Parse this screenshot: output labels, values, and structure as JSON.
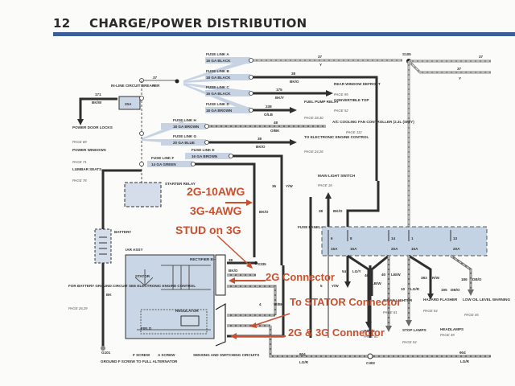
{
  "header": {
    "page_number": "12",
    "title": "CHARGE/POWER DISTRIBUTION"
  },
  "fuse_links": [
    {
      "name": "FUSE LINK A",
      "gauge": "16 GA BLACK",
      "circuit": "37",
      "color": "Y"
    },
    {
      "name": "FUSE LINK B",
      "gauge": "18 GA BLACK",
      "circuit": "38",
      "color": "BK/O"
    },
    {
      "name": "FUSE LINK C",
      "gauge": "16 GA BLACK",
      "circuit": "175",
      "color": "BK/Y"
    },
    {
      "name": "FUSE LINK D",
      "gauge": "18 GA BROWN",
      "circuit": "238",
      "color": "O/LB"
    },
    {
      "name": "FUSE LINK H",
      "gauge": "18 GA BROWN",
      "circuit": "48",
      "color": "O/BK"
    },
    {
      "name": "FUSE LINK G",
      "gauge": "20 GA BLUE",
      "circuit": "38",
      "color": "BK/O"
    },
    {
      "name": "FUSE LINK E",
      "gauge": "16 GA BROWN",
      "circuit": "",
      "color": ""
    },
    {
      "name": "FUSE LINK F",
      "gauge": "14 GA GREEN",
      "circuit": "",
      "color": ""
    }
  ],
  "breaker": {
    "label": "IN-LINE CIRCUIT BREAKER",
    "rating": "20A",
    "circuit": "37",
    "color": "Y"
  },
  "left_circuit": {
    "circuit": "171",
    "color": "BK/W"
  },
  "left_loads": [
    {
      "name": "POWER DOOR LOCKS",
      "page": "PAGE 69"
    },
    {
      "name": "POWER WINDOWS",
      "page": "PAGE 71"
    },
    {
      "name": "LUMBAR SEATS",
      "page": "PAGE 78"
    }
  ],
  "right_loads": [
    {
      "name": "REAR WINDOW DEFROST",
      "page": "PAGE 95"
    },
    {
      "name": "CONVERTIBLE TOP",
      "page": "PAGE 52"
    },
    {
      "name": "FUEL PUMP RELAY",
      "page": "PAGE 28,30"
    },
    {
      "name": "A/C COOLING FAN CONTROLLER (2.3L (SM/Y)",
      "page": "PAGE 112"
    },
    {
      "name": "TO ELECTRONIC ENGINE CONTROL",
      "page": "PAGE 24,26"
    }
  ],
  "splice": {
    "name": "S105",
    "circuit": "37",
    "color": "Y"
  },
  "starter_relay": "STARTER RELAY",
  "battery": "BATTERY",
  "battery_ground": {
    "text": "FOR BATTERY GROUND CIRCUIT SEE ELECTRONIC ENGINE CONTROL",
    "page": "PAGE 26,29",
    "wire": "BK",
    "ground": "G101"
  },
  "alternator": {
    "label": "IAR ASSY",
    "stator": "STATOR",
    "rectifier": "RECTIFIER B+",
    "regulator": "REGULATOR",
    "field": "FIELD",
    "terminals": [
      "B+",
      "S",
      "I",
      "S",
      "A"
    ],
    "f_screw": "F SCREW",
    "a_screw": "A SCREW",
    "ground_note": "GROUND F SCREW TO FULL ALTERNATOR",
    "sensing": "SENSING AND SWITCHING CIRCUITS",
    "out_circuit": "38",
    "out_color": "BK/O",
    "splice": "S335",
    "stator_circuit": "4",
    "stator_color": "W/BK"
  },
  "wire_labels": {
    "vertical_a": {
      "circuit": "38",
      "color": "BK/O"
    },
    "vertical_b": {
      "circuit": "36",
      "color": "Y/W"
    },
    "bottom": {
      "circuit": "904",
      "color": "LG/R",
      "connector": "C402"
    }
  },
  "main_light_switch": {
    "name": "MAIN LIGHT SWITCH",
    "page": "PAGE 16",
    "circuit": "38",
    "color": "BK/O"
  },
  "fuse_panel": {
    "label": "FUSE PANEL",
    "fuses": [
      {
        "num": "6",
        "rating": "15A"
      },
      {
        "num": "8",
        "rating": "15A"
      },
      {
        "num": "14",
        "rating": "20A"
      },
      {
        "num": "1",
        "rating": "15A"
      },
      {
        "num": "13",
        "rating": "20A"
      }
    ]
  },
  "fuse_outputs": [
    {
      "name": "HORN",
      "page": "PAGE 81",
      "circuit": "40",
      "color": "LB/W"
    },
    {
      "name": "CIGAR LIGHTER",
      "page": "PAGE 81",
      "circuit": "40",
      "color": "LB/W"
    },
    {
      "name": "STOP LAMPS",
      "page": "PAGE 54",
      "circuit": "10",
      "color": "LG/R"
    },
    {
      "name": "HAZARD FLASHER",
      "page": "PAGE 54",
      "circuit": "383",
      "color": "R/W"
    },
    {
      "name": "HEADLAMPS",
      "page": "PAGE 49",
      "circuit": "195",
      "color": "DB/O"
    },
    {
      "name": "LOW OIL LEVEL WARNING",
      "page": "PAGE 45",
      "circuit": "186",
      "color": "DB/O"
    }
  ],
  "other_wires": [
    {
      "circuit": "54",
      "color": "LG/Y"
    },
    {
      "circuit": "5",
      "color": "Y/W"
    }
  ],
  "annotations": {
    "gauge_2g": "2G-10AWG",
    "gauge_3g": "3G-4AWG",
    "stud": "STUD on 3G",
    "conn_2g": "2G Connector",
    "to_stator": "To STATOR Connector",
    "conn_both": "2G & 3G Connector",
    "color": "#c9502e"
  }
}
